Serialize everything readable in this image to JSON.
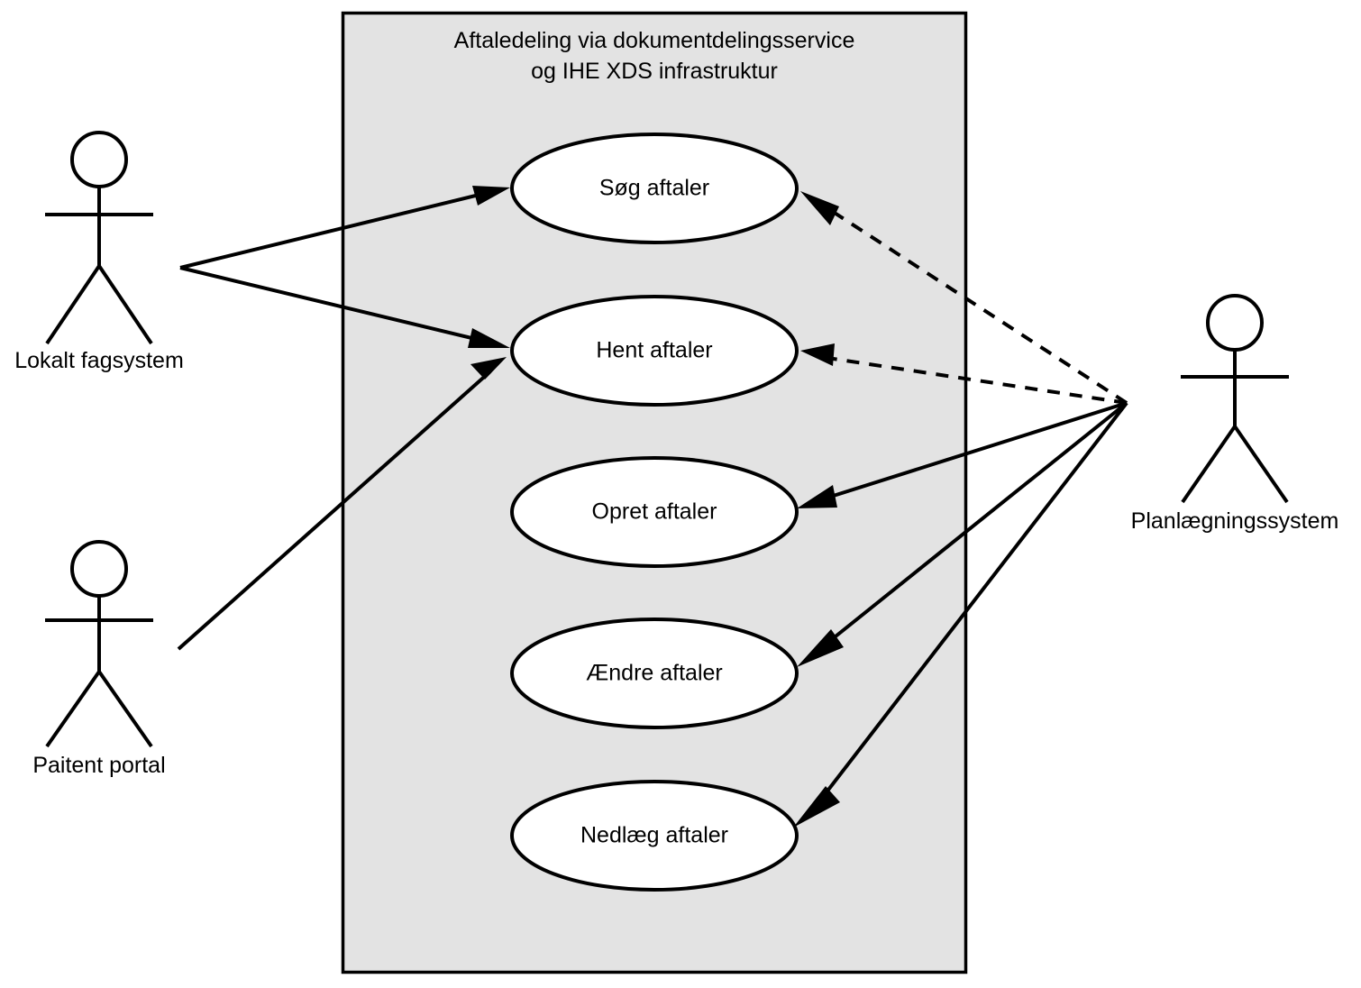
{
  "diagram": {
    "type": "uml-use-case-diagram",
    "language": "da",
    "colors": {
      "boundary_fill": "#e3e3e3",
      "ellipse_fill": "#ffffff",
      "stroke": "#000000",
      "page_background": "#ffffff"
    },
    "boundary": {
      "title_line1": "Aftaledeling via dokumentdelingsservice",
      "title_line2": "og IHE XDS infrastruktur"
    },
    "use_cases": [
      {
        "id": "soeg",
        "label": "Søg aftaler"
      },
      {
        "id": "hent",
        "label": "Hent aftaler"
      },
      {
        "id": "opret",
        "label": "Opret aftaler"
      },
      {
        "id": "aendre",
        "label": "Ændre aftaler"
      },
      {
        "id": "nedlaeg",
        "label": "Nedlæg aftaler"
      }
    ],
    "actors": [
      {
        "id": "lokalt-fagsystem",
        "label": "Lokalt fagsystem"
      },
      {
        "id": "paitent-portal",
        "label": "Paitent portal"
      },
      {
        "id": "planlaegningssystem",
        "label": "Planlægningssystem"
      }
    ],
    "associations": [
      {
        "from": "lokalt-fagsystem",
        "to": "soeg",
        "style": "solid",
        "arrow": "to"
      },
      {
        "from": "lokalt-fagsystem",
        "to": "hent",
        "style": "solid",
        "arrow": "to"
      },
      {
        "from": "paitent-portal",
        "to": "hent",
        "style": "solid",
        "arrow": "to"
      },
      {
        "from": "planlaegningssystem",
        "to": "soeg",
        "style": "dashed",
        "arrow": "to"
      },
      {
        "from": "planlaegningssystem",
        "to": "hent",
        "style": "dashed",
        "arrow": "to"
      },
      {
        "from": "planlaegningssystem",
        "to": "opret",
        "style": "solid",
        "arrow": "to"
      },
      {
        "from": "planlaegningssystem",
        "to": "aendre",
        "style": "solid",
        "arrow": "to"
      },
      {
        "from": "planlaegningssystem",
        "to": "nedlaeg",
        "style": "solid",
        "arrow": "to"
      }
    ]
  }
}
